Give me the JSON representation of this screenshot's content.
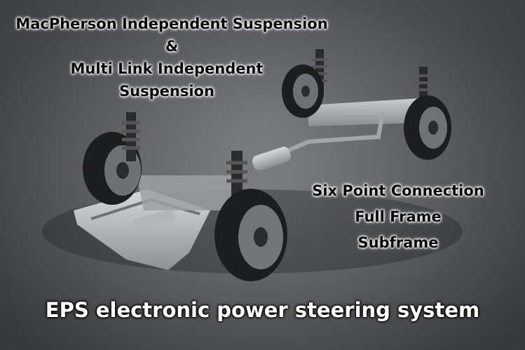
{
  "photo": {
    "subject": "car-chassis-suspension",
    "colors": {
      "background": "#6b6d70",
      "metal": "#b9bcbf",
      "tire": "#1c1d1f",
      "dark_text": "#0a0a0a",
      "light_text": "#ffffff"
    }
  },
  "caption_top": {
    "line1": "MacPherson Independent Suspension",
    "line2": "&",
    "line3": "Multi Link Independent",
    "line4": "Suspension"
  },
  "caption_right": {
    "line1": "Six Point Connection",
    "line2": "Full Frame",
    "line3": "Subframe"
  },
  "caption_bottom": {
    "line1": "EPS electronic power steering system"
  }
}
